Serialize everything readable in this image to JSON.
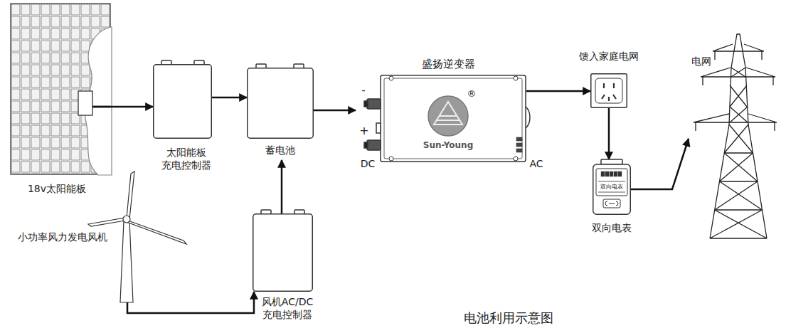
{
  "diagram": {
    "caption": "电池利用示意图",
    "nodes": [
      {
        "text": [
          "18v太阳能板"
        ]
      },
      {
        "text": [
          "太阳能板 充电控制器"
        ]
      },
      {
        "text": [
          "蓄电池"
        ]
      },
      {
        "text": [
          "盛扬逆变器",
          "Sun-Young"
        ]
      },
      {
        "text": [
          "馈入家庭电网"
        ]
      },
      {
        "text": [
          "双向电表",
          "双向电表"
        ]
      },
      {
        "text": [
          "电网"
        ]
      },
      {
        "text": [
          "小功率风力发电风机"
        ]
      },
      {
        "text": [
          "风机AC/DC 充电控制器"
        ]
      }
    ],
    "edges": [
      {
        "from": 0,
        "to": 1,
        "arrow": "to"
      },
      {
        "from": 1,
        "to": 2,
        "arrow": "to"
      },
      {
        "from": 2,
        "to": 3,
        "arrow": "to"
      },
      {
        "from": 3,
        "to": 4,
        "arrow": "to"
      },
      {
        "from": 4,
        "to": 5,
        "arrow": "to"
      },
      {
        "from": 5,
        "to": 6,
        "arrow": "to"
      },
      {
        "from": 7,
        "to": 8,
        "arrow": "to"
      },
      {
        "from": 8,
        "to": 2,
        "arrow": "to"
      }
    ],
    "labels": [
      "-",
      "+",
      "DC",
      "AC",
      "®"
    ]
  }
}
